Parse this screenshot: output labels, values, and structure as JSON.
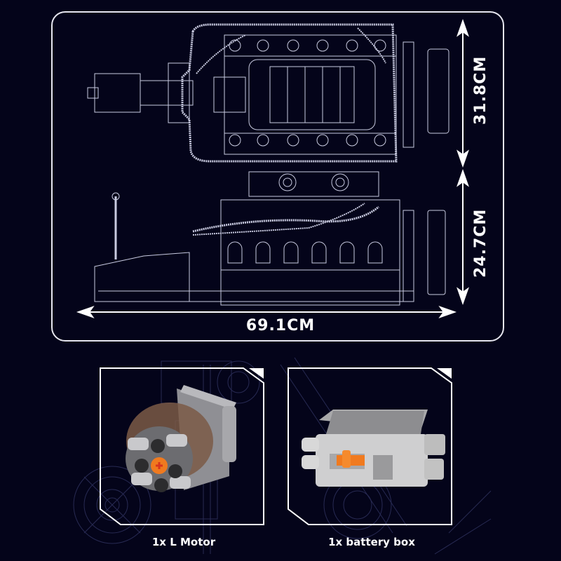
{
  "dimensions": {
    "height_top_view": "31.8CM",
    "height_side_view": "24.7CM",
    "length": "69.1CM"
  },
  "views": {
    "top_view": "engine-top-view-blueprint",
    "side_view": "engine-side-view-blueprint"
  },
  "components": [
    {
      "caption": "1x L Motor",
      "image": "l-motor-render"
    },
    {
      "caption": "1x  battery box",
      "image": "battery-box-render"
    }
  ],
  "colors": {
    "background": "#04041a",
    "frame": "#e6e6ef",
    "text": "#ffffff",
    "blueprint_line": "#c9cbe0",
    "accent_orange": "#f07a1f",
    "battery_gray": "#c9c9c9",
    "motor_silver": "#b9b9bd"
  }
}
